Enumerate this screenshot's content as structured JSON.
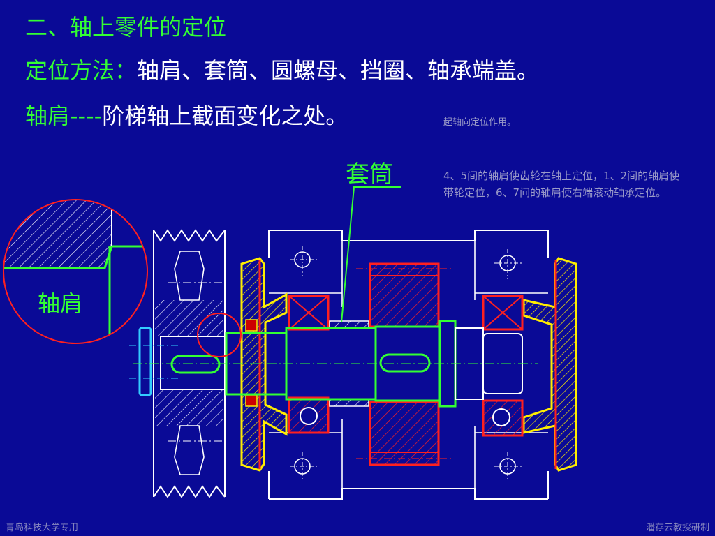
{
  "title": "二、轴上零件的定位",
  "line1": {
    "label": "定位方法：",
    "text": "轴肩、套筒、圆螺母、挡圈、轴承端盖。"
  },
  "line2": {
    "label": "轴肩----",
    "text": "阶梯轴上截面变化之处。",
    "note": "起轴向定位作用。"
  },
  "note_gear": "4、5间的轴肩使齿轮在轴上定位，1、2间的轴肩使带轮定位，6、7间的轴肩使右端滚动轴承定位。",
  "label_taotong": "套筒",
  "label_zhoujian": "轴肩",
  "footer_left": "青岛科技大学专用",
  "footer_right": "潘存云教授研制",
  "colors": {
    "background": "#0a0a96",
    "highlight": "#33ff33",
    "line": "#ffffff",
    "red": "#ff2020",
    "yellow": "#ffee00",
    "cyan": "#33ccff"
  }
}
